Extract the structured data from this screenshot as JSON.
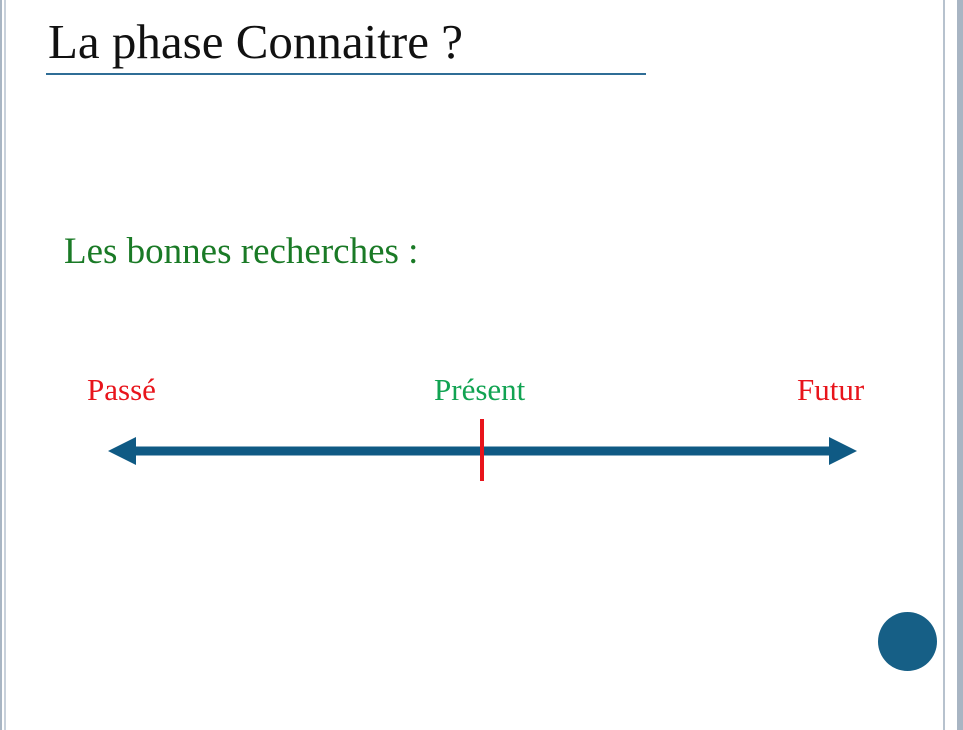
{
  "slide": {
    "title": "La phase Connaitre ?",
    "subtitle": "Les bonnes recherches :"
  },
  "timeline": {
    "labels": {
      "past": "Passé",
      "present": "Présent",
      "future": "Futur"
    }
  },
  "colors": {
    "past_label": "#e8141b",
    "present_label": "#11a352",
    "future_label": "#e8141b",
    "arrow": "#0f5a84",
    "present_marker": "#e8141b",
    "title_rule": "#2f6d96",
    "nav_dot": "#165f86"
  },
  "icons": {
    "timeline_arrow": "double-headed-arrow-icon",
    "present_marker": "vertical-tick-icon",
    "nav_dot": "circle-icon"
  }
}
